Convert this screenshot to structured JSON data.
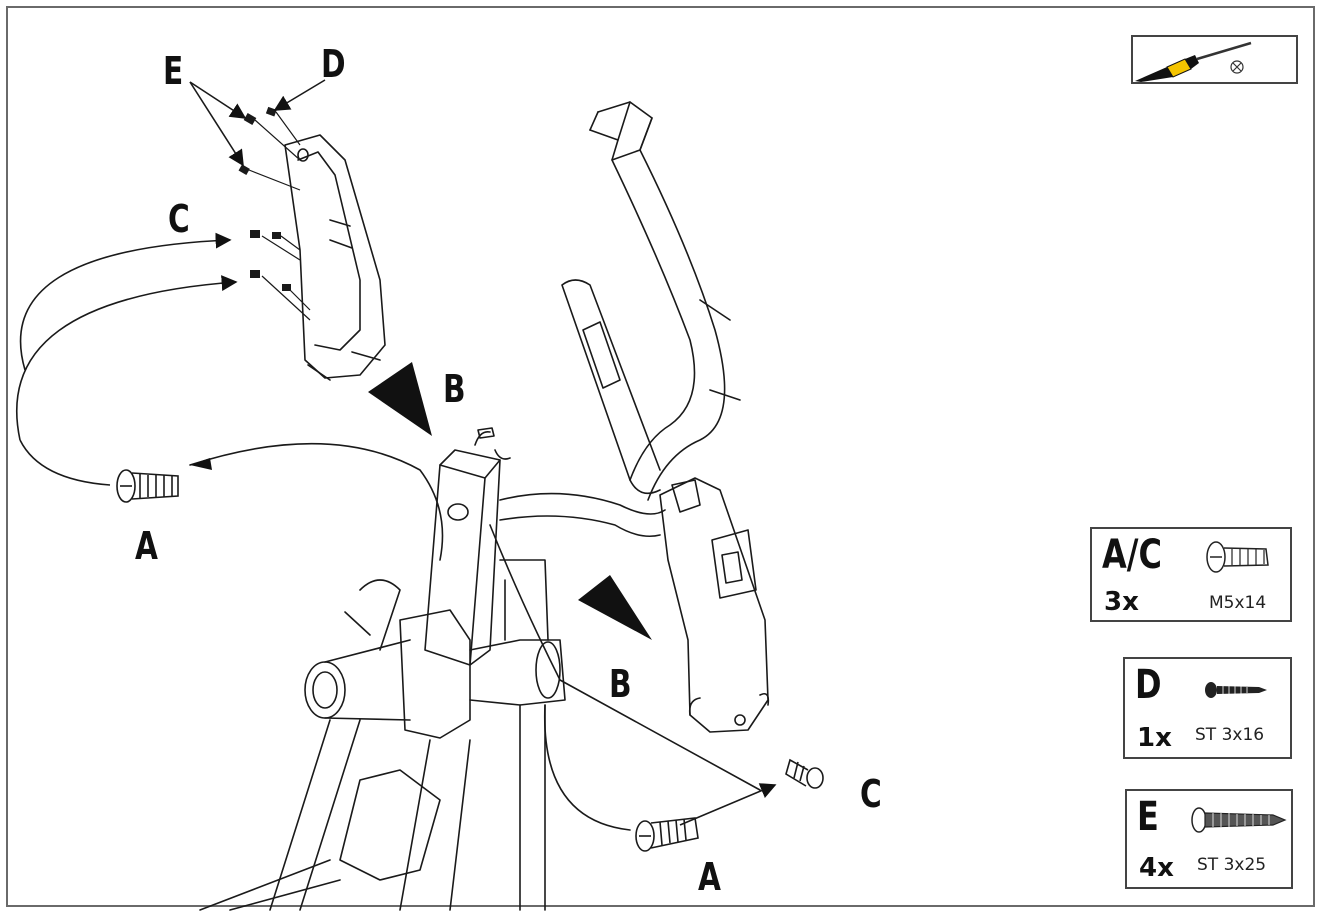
{
  "diagram": {
    "labels": {
      "e_top": "E",
      "d_top": "D",
      "c_top": "C",
      "b_upper": "B",
      "a_left": "A",
      "b_lower": "B",
      "c_right": "C",
      "a_bottom": "A"
    }
  },
  "tool": {
    "icon": "phillips-screwdriver-icon",
    "handle_color": "#f4c400"
  },
  "legend": [
    {
      "key": "A/C",
      "qty": "3x",
      "size": "M5x14",
      "icon": "bolt-icon"
    },
    {
      "key": "D",
      "qty": "1x",
      "size": "ST 3x16",
      "icon": "small-screw-icon"
    },
    {
      "key": "E",
      "qty": "4x",
      "size": "ST 3x25",
      "icon": "long-screw-icon"
    }
  ]
}
